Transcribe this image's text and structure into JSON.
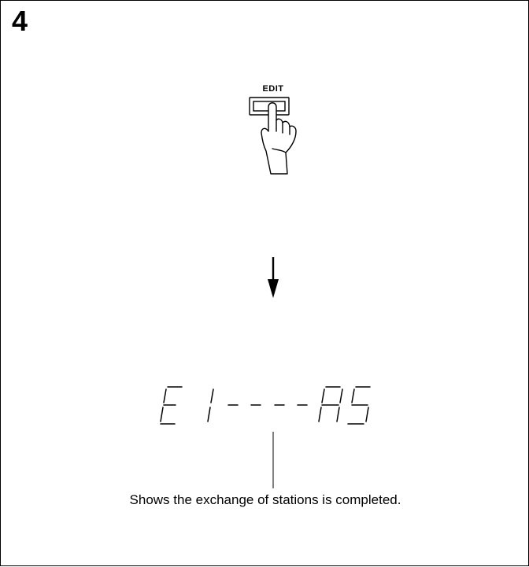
{
  "step": {
    "number": "4"
  },
  "button": {
    "label": "EDIT"
  },
  "display": {
    "text": "E 1--A5"
  },
  "caption": {
    "text": "Shows the exchange of stations is completed."
  }
}
